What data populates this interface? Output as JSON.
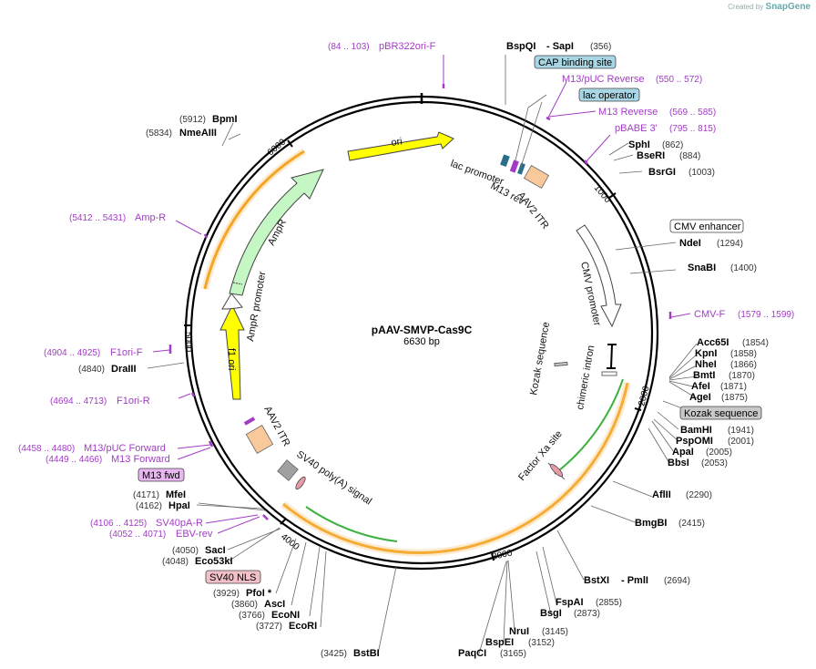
{
  "credit": {
    "prefix": "Created by",
    "brand": "SnapGene"
  },
  "plasmid": {
    "name": "pAAV-SMVP-Cas9C",
    "length": "6630 bp"
  },
  "ticks": [
    "1000",
    "2000",
    "3000",
    "4000",
    "5000",
    "6000"
  ],
  "enzymes": [
    {
      "name": "BspQI",
      "pos": ""
    },
    {
      "name": "- SapI",
      "pos": "(356)"
    },
    {
      "name": "SphI",
      "pos": "(862)"
    },
    {
      "name": "BseRI",
      "pos": "(884)"
    },
    {
      "name": "BsrGI",
      "pos": "(1003)"
    },
    {
      "name": "NdeI",
      "pos": "(1294)"
    },
    {
      "name": "SnaBI",
      "pos": "(1400)"
    },
    {
      "name": "Acc65I",
      "pos": "(1854)"
    },
    {
      "name": "KpnI",
      "pos": "(1858)"
    },
    {
      "name": "NheI",
      "pos": "(1866)"
    },
    {
      "name": "BmtI",
      "pos": "(1870)"
    },
    {
      "name": "AfeI",
      "pos": "(1871)"
    },
    {
      "name": "AgeI",
      "pos": "(1875)"
    },
    {
      "name": "BamHI",
      "pos": "(1941)"
    },
    {
      "name": "PspOMI",
      "pos": "(2001)"
    },
    {
      "name": "ApaI",
      "pos": "(2005)"
    },
    {
      "name": "BbsI",
      "pos": "(2053)"
    },
    {
      "name": "AflII",
      "pos": "(2290)"
    },
    {
      "name": "BmgBI",
      "pos": "(2415)"
    },
    {
      "name": "BstXI",
      "pos": ""
    },
    {
      "name": "- PmlI",
      "pos": "(2694)"
    },
    {
      "name": "FspAI",
      "pos": "(2855)"
    },
    {
      "name": "BsgI",
      "pos": "(2873)"
    },
    {
      "name": "NruI",
      "pos": "(3145)"
    },
    {
      "name": "BspEI",
      "pos": "(3152)"
    },
    {
      "name": "PaqCI",
      "pos": "(3165)"
    },
    {
      "name": "BstBI",
      "pos": "(3425)"
    },
    {
      "name": "EcoRI",
      "pos": "(3727)"
    },
    {
      "name": "EcoNI",
      "pos": "(3766)"
    },
    {
      "name": "AscI",
      "pos": "(3860)"
    },
    {
      "name": "PfoI *",
      "pos": "(3929)"
    },
    {
      "name": "Eco53kI",
      "pos": "(4048)"
    },
    {
      "name": "SacI",
      "pos": "(4050)"
    },
    {
      "name": "HpaI",
      "pos": "(4162)"
    },
    {
      "name": "MfeI",
      "pos": "(4171)"
    },
    {
      "name": "DraIII",
      "pos": "(4840)"
    },
    {
      "name": "NmeAIII",
      "pos": "(5834)"
    },
    {
      "name": "BpmI",
      "pos": "(5912)"
    }
  ],
  "primers": [
    {
      "name": "pBR322ori-F",
      "range": "(84 .. 103)"
    },
    {
      "name": "M13/pUC Reverse",
      "range": "(550 .. 572)"
    },
    {
      "name": "M13 Reverse",
      "range": "(569 .. 585)"
    },
    {
      "name": "pBABE 3'",
      "range": "(795 .. 815)"
    },
    {
      "name": "CMV-F",
      "range": "(1579 .. 1599)"
    },
    {
      "name": "Amp-R",
      "range": "(5412 .. 5431)"
    },
    {
      "name": "F1ori-F",
      "range": "(4904 .. 4925)"
    },
    {
      "name": "F1ori-R",
      "range": "(4694 .. 4713)"
    },
    {
      "name": "M13/pUC Forward",
      "range": "(4458 .. 4480)"
    },
    {
      "name": "M13 Forward",
      "range": "(4449 .. 4466)"
    },
    {
      "name": "SV40pA-R",
      "range": "(4106 .. 4125)"
    },
    {
      "name": "EBV-rev",
      "range": "(4052 .. 4071)"
    }
  ],
  "boxed_features": [
    {
      "name": "CAP binding site",
      "color": "#a9d6e5"
    },
    {
      "name": "lac operator",
      "color": "#a9d6e5"
    },
    {
      "name": "CMV enhancer",
      "color": "#ffffff"
    },
    {
      "name": "Kozak sequence",
      "color": "#c8c8c8"
    },
    {
      "name": "M13 fwd",
      "color": "#e8b6f0"
    },
    {
      "name": "SV40 NLS",
      "color": "#f1c0c8"
    }
  ],
  "features": [
    {
      "name": "ori",
      "color": "#ffff00"
    },
    {
      "name": "lac promoter",
      "color": "#ffffff"
    },
    {
      "name": "M13 rev",
      "color": "#a23cc6"
    },
    {
      "name": "AAV2 ITR",
      "color": "#f9c89b"
    },
    {
      "name": "CMV promoter",
      "color": "#ffffff"
    },
    {
      "name": "chimeric intron",
      "color": "#ffffff"
    },
    {
      "name": "Kozak sequence",
      "color": "#c8c8c8"
    },
    {
      "name": "Factor Xa site",
      "color": "#e89aa8"
    },
    {
      "name": "SV40 poly(A) signal",
      "color": "#a0a0a0"
    },
    {
      "name": "AAV2 ITR",
      "color": "#f9c89b"
    },
    {
      "name": "f1 ori",
      "color": "#ffff00"
    },
    {
      "name": "AmpR promoter",
      "color": "#ffffff"
    },
    {
      "name": "AmpR",
      "color": "#c4f7c4"
    }
  ],
  "colors": {
    "backbone": "#000000",
    "primer": "#a23cc6",
    "cds_orange": "#f5a623",
    "cds_green": "#3fb13f"
  }
}
